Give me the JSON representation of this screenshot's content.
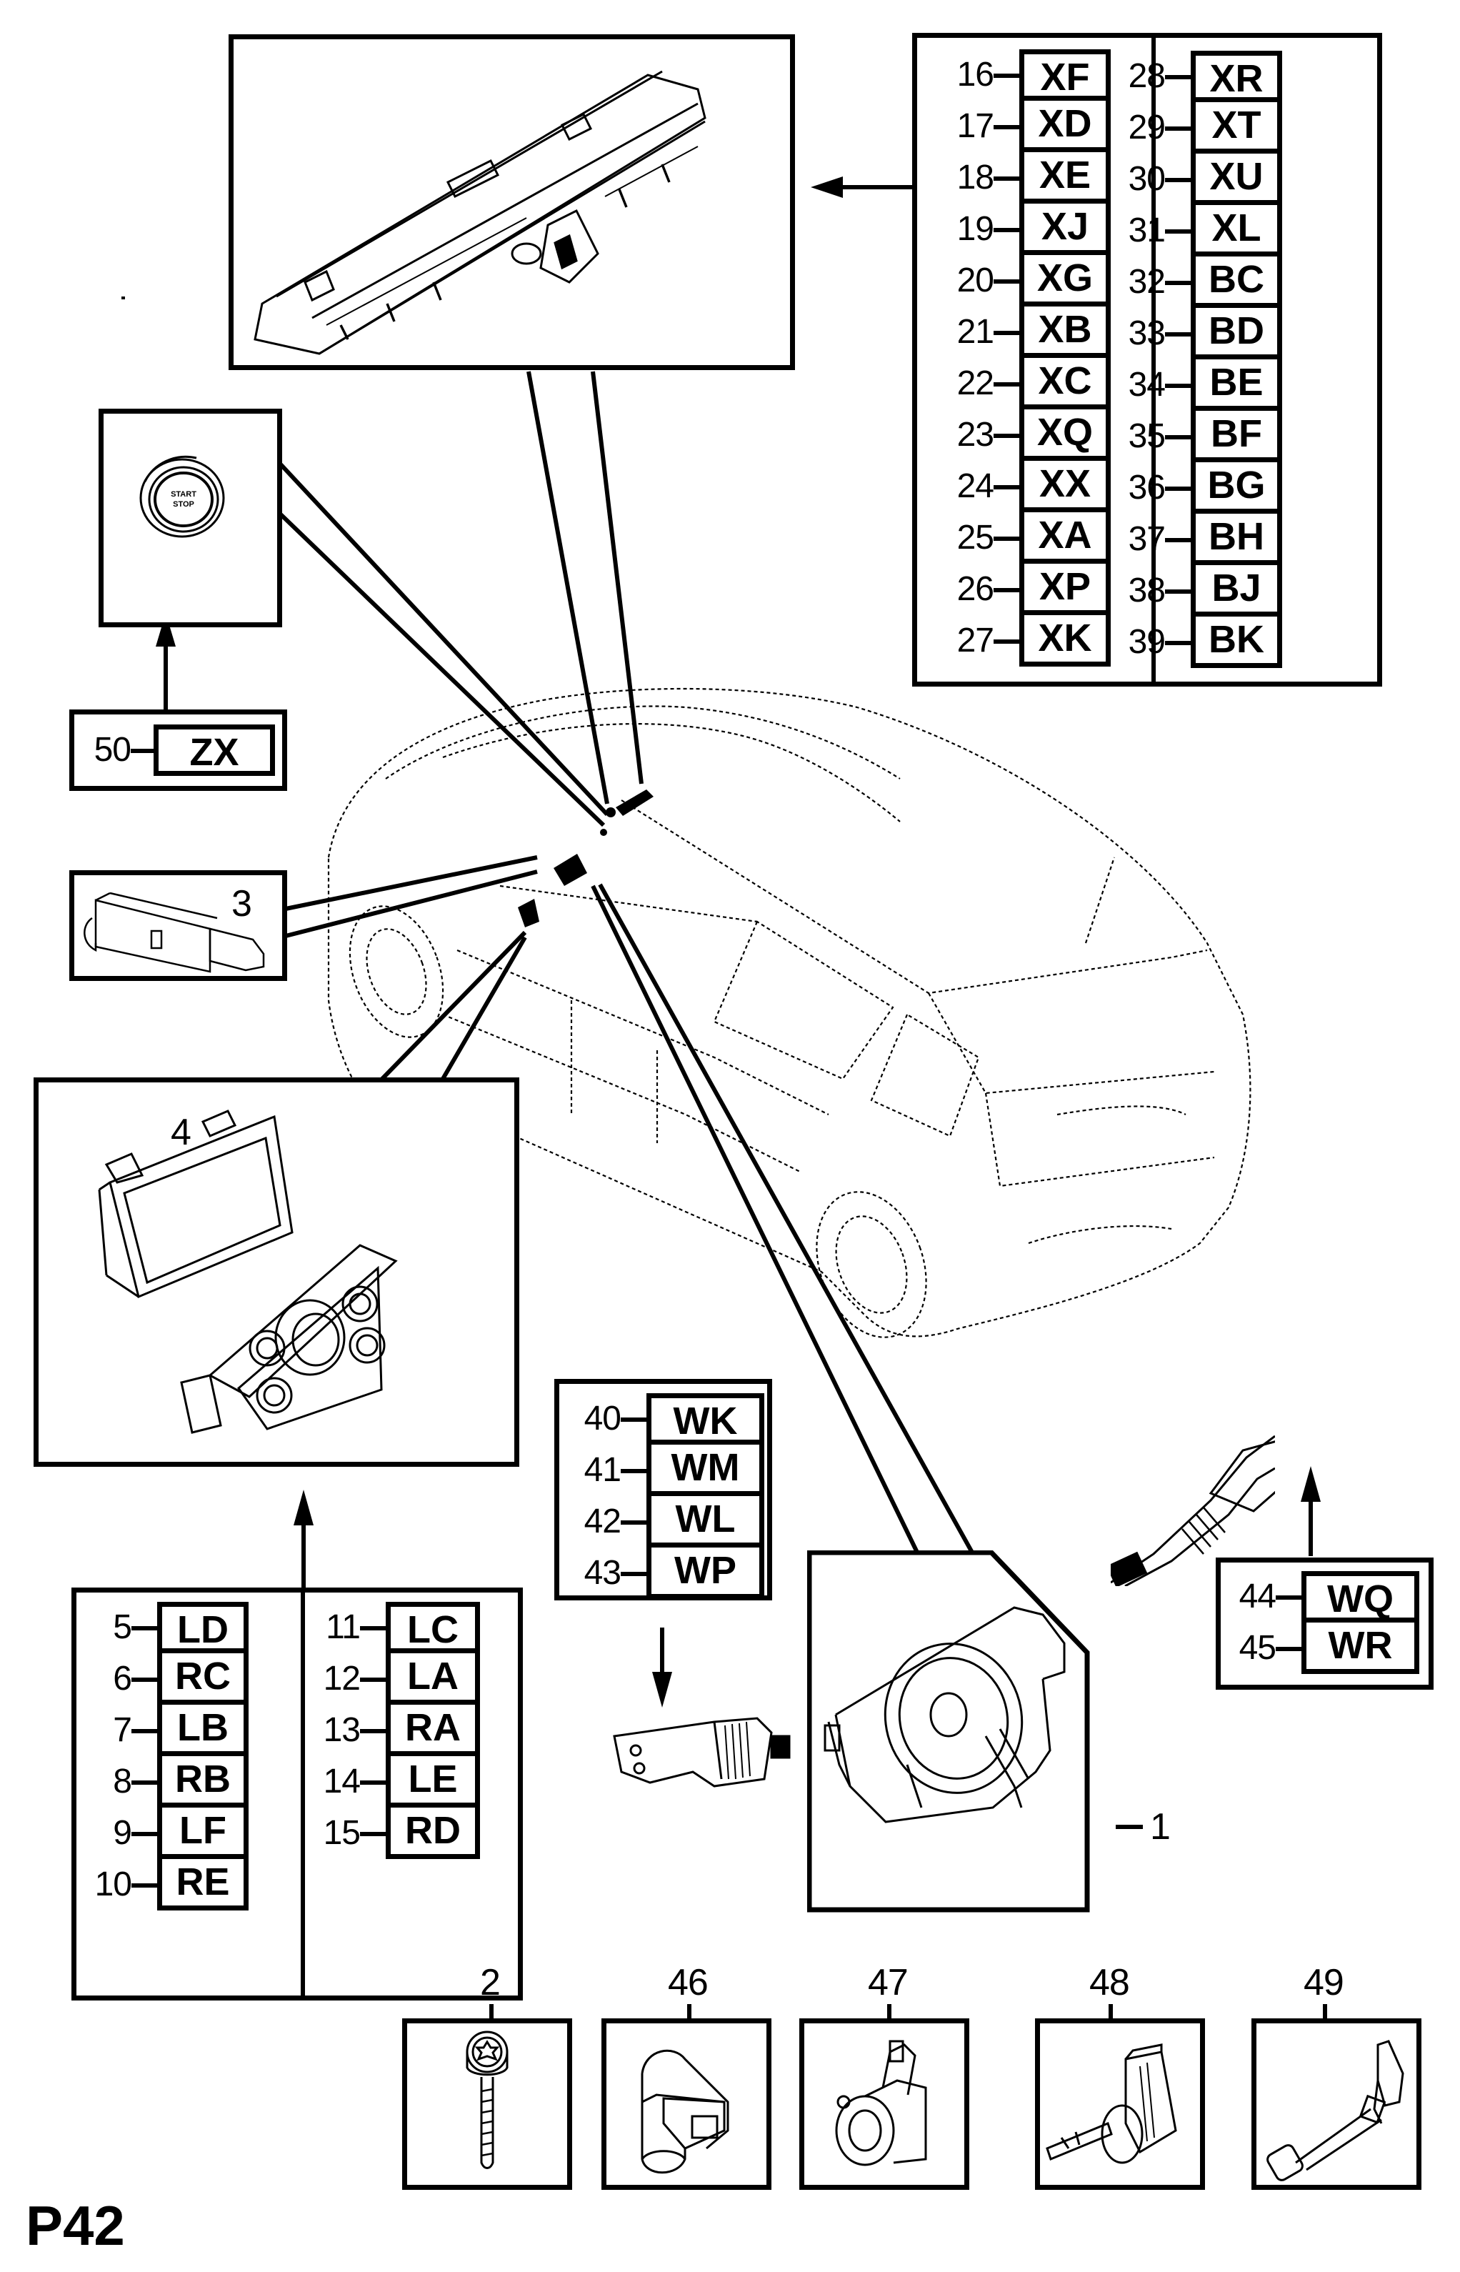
{
  "page": {
    "id": "P42",
    "subject": "Vehicle switches and controls exploded parts diagram"
  },
  "callouts": {
    "hazard_switch_panel": {
      "codes_left": [
        {
          "num": "16",
          "code": "XF"
        },
        {
          "num": "17",
          "code": "XD"
        },
        {
          "num": "18",
          "code": "XE"
        },
        {
          "num": "19",
          "code": "XJ"
        },
        {
          "num": "20",
          "code": "XG"
        },
        {
          "num": "21",
          "code": "XB"
        },
        {
          "num": "22",
          "code": "XC"
        },
        {
          "num": "23",
          "code": "XQ"
        },
        {
          "num": "24",
          "code": "XX"
        },
        {
          "num": "25",
          "code": "XA"
        },
        {
          "num": "26",
          "code": "XP"
        },
        {
          "num": "27",
          "code": "XK"
        }
      ],
      "codes_right": [
        {
          "num": "28",
          "code": "XR"
        },
        {
          "num": "29",
          "code": "XT"
        },
        {
          "num": "30",
          "code": "XU"
        },
        {
          "num": "31",
          "code": "XL"
        },
        {
          "num": "32",
          "code": "BC"
        },
        {
          "num": "33",
          "code": "BD"
        },
        {
          "num": "34",
          "code": "BE"
        },
        {
          "num": "35",
          "code": "BF"
        },
        {
          "num": "36",
          "code": "BG"
        },
        {
          "num": "37",
          "code": "BH"
        },
        {
          "num": "38",
          "code": "BJ"
        },
        {
          "num": "39",
          "code": "BK"
        }
      ]
    },
    "start_stop_button": {
      "button_text_line1": "START",
      "button_text_line2": "STOP",
      "codes": [
        {
          "num": "50",
          "code": "ZX"
        }
      ]
    },
    "connector_3": {
      "label": "3"
    },
    "light_switch_4": {
      "label": "4",
      "codes_left": [
        {
          "num": "5",
          "code": "LD"
        },
        {
          "num": "6",
          "code": "RC"
        },
        {
          "num": "7",
          "code": "LB"
        },
        {
          "num": "8",
          "code": "RB"
        },
        {
          "num": "9",
          "code": "LF"
        },
        {
          "num": "10",
          "code": "RE"
        }
      ],
      "codes_right": [
        {
          "num": "11",
          "code": "LC"
        },
        {
          "num": "12",
          "code": "LA"
        },
        {
          "num": "13",
          "code": "RA"
        },
        {
          "num": "14",
          "code": "LE"
        },
        {
          "num": "15",
          "code": "RD"
        }
      ]
    },
    "indicator_stalk": {
      "codes": [
        {
          "num": "40",
          "code": "WK"
        },
        {
          "num": "41",
          "code": "WM"
        },
        {
          "num": "42",
          "code": "WL"
        },
        {
          "num": "43",
          "code": "WP"
        }
      ]
    },
    "wiper_stalk": {
      "codes": [
        {
          "num": "44",
          "code": "WQ"
        },
        {
          "num": "45",
          "code": "WR"
        }
      ]
    },
    "steering_column_module": {
      "label": "1"
    }
  },
  "parts_row": [
    {
      "label": "2",
      "part": "torx screw"
    },
    {
      "label": "46",
      "part": "ignition lock cylinder housing"
    },
    {
      "label": "47",
      "part": "ignition switch"
    },
    {
      "label": "48",
      "part": "lock cylinder with key"
    },
    {
      "label": "49",
      "part": "connecting rod with connector"
    }
  ]
}
